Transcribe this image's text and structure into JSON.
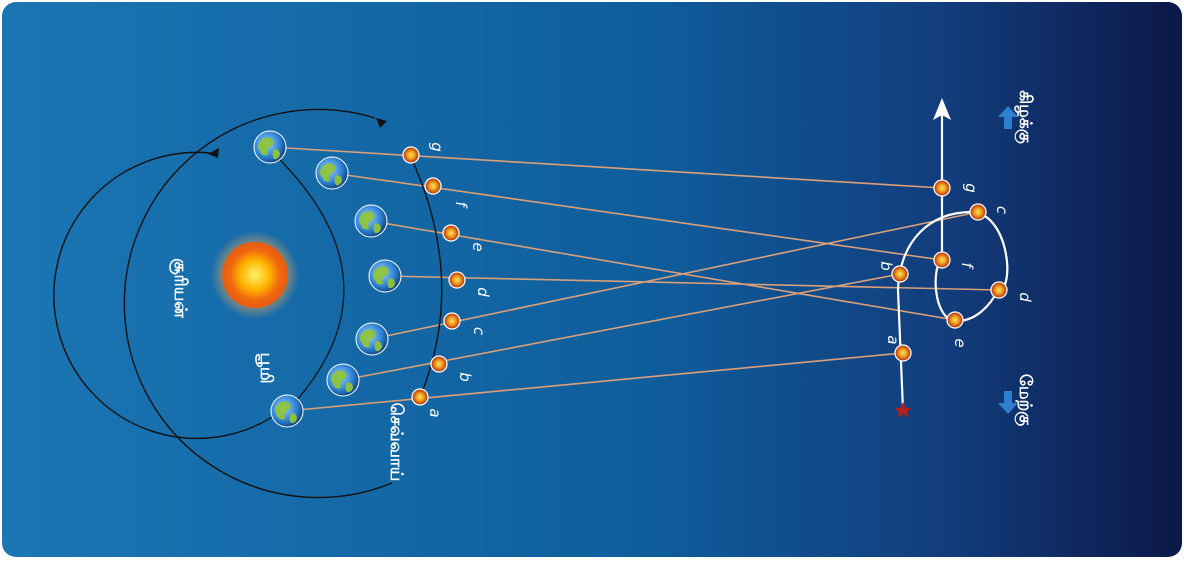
{
  "labels": {
    "sun": "சூரியன்",
    "earth": "பூமி",
    "mars": "செவ்வாய்",
    "east": "கிழக்கு",
    "west": "மேற்கு"
  },
  "positions": [
    "a",
    "b",
    "c",
    "d",
    "e",
    "f",
    "g"
  ],
  "colors": {
    "background_light": "#1b73b0",
    "background_dark": "#0c1a48",
    "sight_lines": "#d9a07a",
    "orbits": "#111111",
    "apparent_path": "#ffffff",
    "arrows_blue": "#2e7fd0"
  },
  "icons": {
    "planet_marker": "mars-dot-icon",
    "earth_marker": "earth-globe-icon",
    "sun": "sun-icon",
    "east_arrow": "arrow-up-icon",
    "west_arrow": "arrow-down-icon",
    "path_start": "star-icon"
  }
}
